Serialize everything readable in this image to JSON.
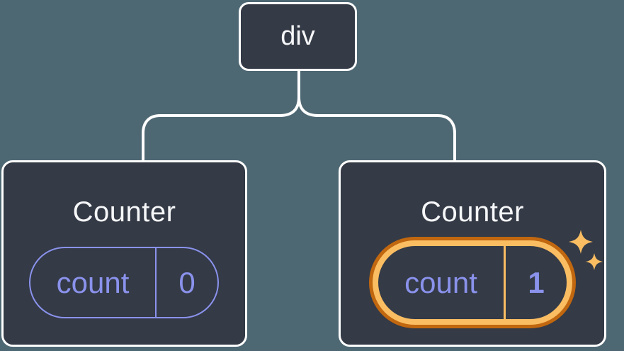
{
  "diagram": {
    "root": {
      "label": "div"
    },
    "counters": [
      {
        "title": "Counter",
        "state_label": "count",
        "state_value": "0",
        "highlighted": false
      },
      {
        "title": "Counter",
        "state_label": "count",
        "state_value": "1",
        "highlighted": true
      }
    ],
    "icons": {
      "sparkles": "sparkles-icon"
    },
    "colors": {
      "background": "#4E6873",
      "node_fill": "#343A46",
      "node_border": "#FFFFFF",
      "connector": "#FFFFFF",
      "text_primary": "#F6F7F9",
      "state_accent_purple": "#8A92EC",
      "highlight_orange_dark": "#C1670F",
      "highlight_orange_light": "#FABD62",
      "sparkle": "#FABD62"
    }
  }
}
